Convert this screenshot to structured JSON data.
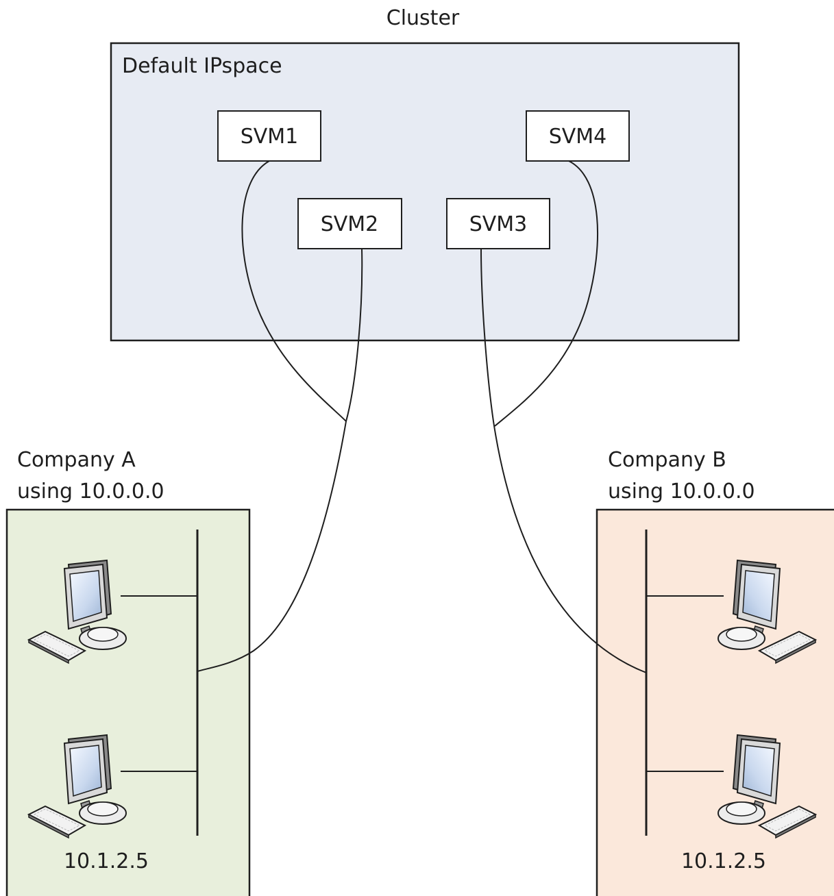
{
  "cluster": {
    "title": "Cluster",
    "ipspace": {
      "label": "Default IPspace",
      "fill": "#e7ebf3"
    },
    "svms": [
      {
        "label": "SVM1"
      },
      {
        "label": "SVM2"
      },
      {
        "label": "SVM3"
      },
      {
        "label": "SVM4"
      }
    ]
  },
  "company_a": {
    "line1": "Company A",
    "line2": "using 10.0.0.0",
    "ip": "10.1.2.5",
    "fill": "#e8efdc"
  },
  "company_b": {
    "line1": "Company B",
    "line2": "using 10.0.0.0",
    "ip": "10.1.2.5",
    "fill": "#fbe8db"
  },
  "icons": {
    "workstation": "desktop-computer-icon"
  },
  "colors": {
    "stroke": "#1e1e1e"
  }
}
